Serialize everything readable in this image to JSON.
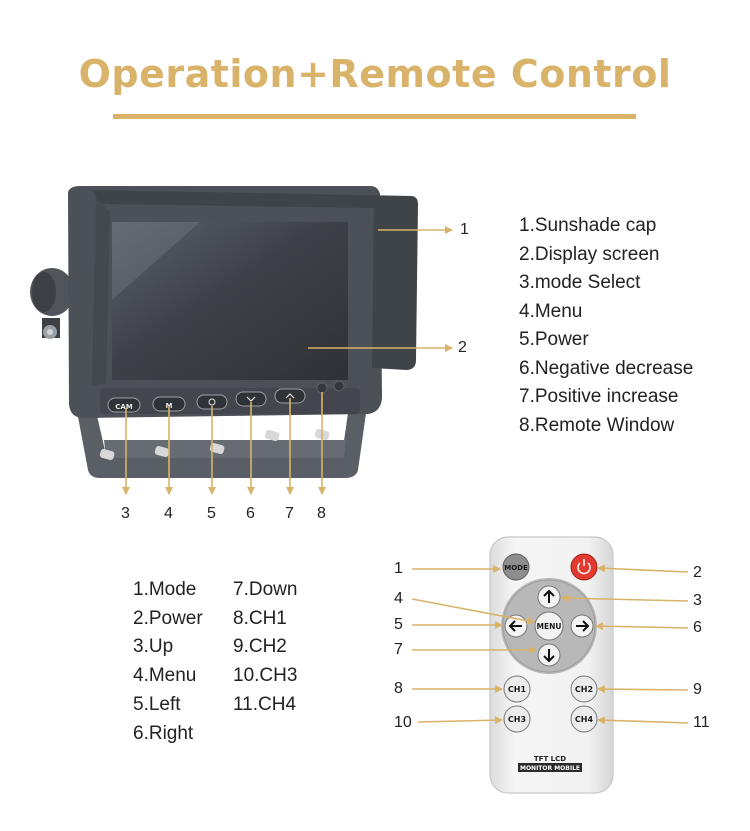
{
  "header": {
    "title": "Operation+Remote Control"
  },
  "monitor": {
    "buttons": {
      "cam": "CAM",
      "menu": "M"
    },
    "callouts": {
      "sunshade": "1",
      "screen": "2",
      "bottom": [
        "3",
        "4",
        "5",
        "6",
        "7",
        "8"
      ]
    },
    "legend": [
      "1.Sunshade cap",
      "2.Display screen",
      "3.mode Select",
      "4.Menu",
      "5.Power",
      "6.Negative decrease",
      "7.Positive increase",
      "8.Remote Window"
    ]
  },
  "remote": {
    "buttons": {
      "mode": "MODE",
      "menu": "MENU",
      "ch1": "CH1",
      "ch2": "CH2",
      "ch3": "CH3",
      "ch4": "CH4"
    },
    "brand_line1": "TFT LCD",
    "brand_line2": "MONITOR MOBILE",
    "callouts_left": [
      "1",
      "4",
      "5",
      "7",
      "8",
      "10"
    ],
    "callouts_right": [
      "2",
      "3",
      "6",
      "9",
      "11"
    ],
    "legend_col1": [
      "1.Mode",
      "2.Power",
      "3.Up",
      "4.Menu",
      "5.Left",
      "6.Right"
    ],
    "legend_col2": [
      "7.Down",
      "8.CH1",
      "9.CH2",
      "10.CH3",
      "11.CH4"
    ]
  },
  "colors": {
    "accent": "#d9b36a",
    "monitor_body": "#4a4f55",
    "screen": "#3a3e44",
    "remote_body": "#f1f1f1",
    "power": "#e23a2e"
  }
}
